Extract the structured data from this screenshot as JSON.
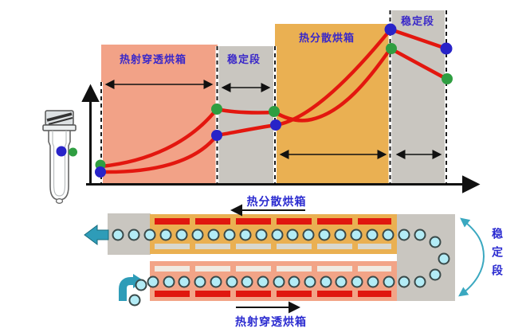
{
  "chart": {
    "description": "preform temperature profile through oven sections",
    "label_color": "#3a28c9",
    "zones": [
      {
        "id": "ir-oven",
        "label": "热射穿透烘箱",
        "color": "#f2a287"
      },
      {
        "id": "stabilization-1",
        "label": "稳定段",
        "color": "#c9c6c0"
      },
      {
        "id": "dispersion-oven",
        "label": "热分散烘箱",
        "color": "#eab052"
      },
      {
        "id": "stabilization-2",
        "label": "稳定段",
        "color": "#c9c6c0"
      }
    ],
    "curves": [
      {
        "name": "outer-wall-temperature",
        "line_color": "#e3170f",
        "dot_color": "#2f9e41",
        "trend": "rises in ir-oven, flat in stabilization-1, rises in dispersion-oven, falls in stabilization-2"
      },
      {
        "name": "inner-wall-temperature",
        "line_color": "#e3170f",
        "dot_color": "#2823c8",
        "trend": "lags outer wall, crosses above it inside dispersion-oven, falls in stabilization-2"
      }
    ]
  },
  "preform_legend": {
    "name": "preform-with-measuring-points",
    "inner_dot_color": "#2823c8",
    "outer_dot_color": "#2f9e41"
  },
  "conveyor": {
    "top_oven_label": "热分散烘箱",
    "bottom_oven_label": "热射穿透烘箱",
    "stabilization_label": "稳定段",
    "top_row_direction": "left",
    "bottom_row_direction": "right",
    "preform_counts": {
      "top_row": 20,
      "bottom_row": 18,
      "u_turn": 3,
      "entry_loose": 2
    },
    "colors": {
      "oven_top": "#eab052",
      "oven_bottom": "#f2a487",
      "stabilization_block": "#c9c6c0",
      "heater_bar": "#e0170f",
      "preform_fill": "#b3ecf6",
      "flow_arrow": "#2e9cb8",
      "bracket": "#3aa8c0"
    }
  }
}
